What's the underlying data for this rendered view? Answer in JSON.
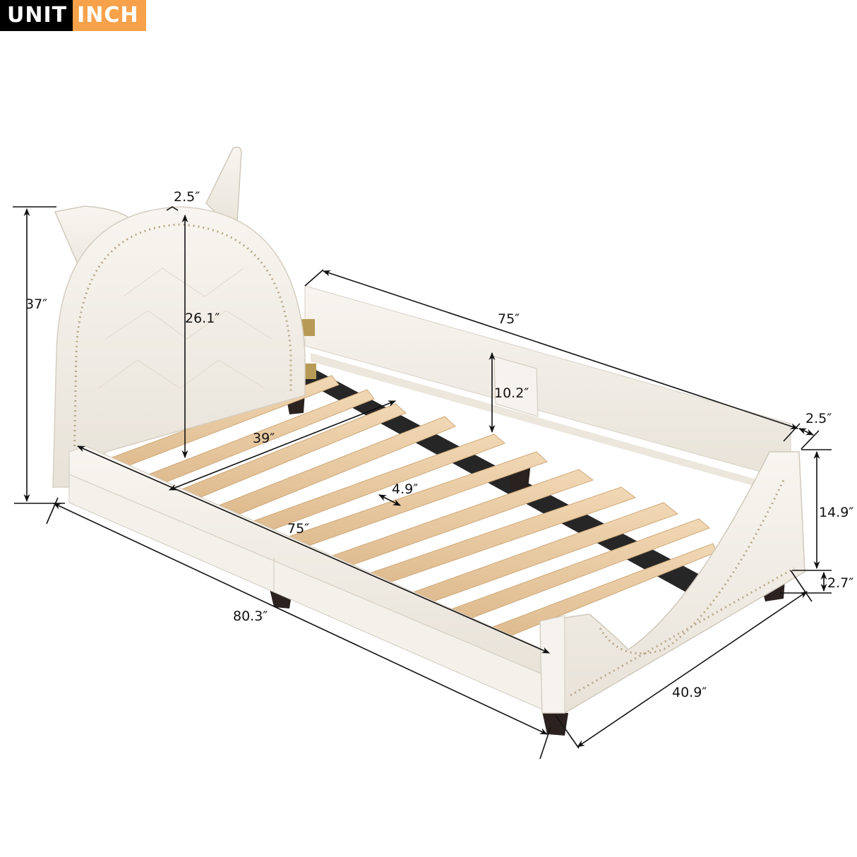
{
  "unit_badge": {
    "unit_label": "UNIT",
    "unit_value": "INCH",
    "colors": {
      "unit_bg": "#000000",
      "value_bg": "#f7a24b",
      "text": "#ffffff"
    }
  },
  "product": {
    "description": "Upholstered twin daybed with cat-ear headboard, wooden slats, side rail with pocket, and nailhead trim",
    "colors": {
      "upholstery": "#f3efe8",
      "slats": "#e9c9a0",
      "support_rail": "#2a2a2a",
      "legs": "#2b2220",
      "nailhead": "#b9a78a"
    }
  },
  "dimensions": {
    "overall_height": "37″",
    "headboard_inner_height": "26.1″",
    "headboard_frame_width": "2.5″",
    "side_rail_length": "75″",
    "side_rail_height": "10.2″",
    "footboard_thickness": "2.5″",
    "slat_width": "39″",
    "inner_length": "75″",
    "slat_gap": "4.9″",
    "overall_length": "80.3″",
    "footboard_height": "14.9″",
    "leg_height": "2.7″",
    "overall_width": "40.9″"
  }
}
